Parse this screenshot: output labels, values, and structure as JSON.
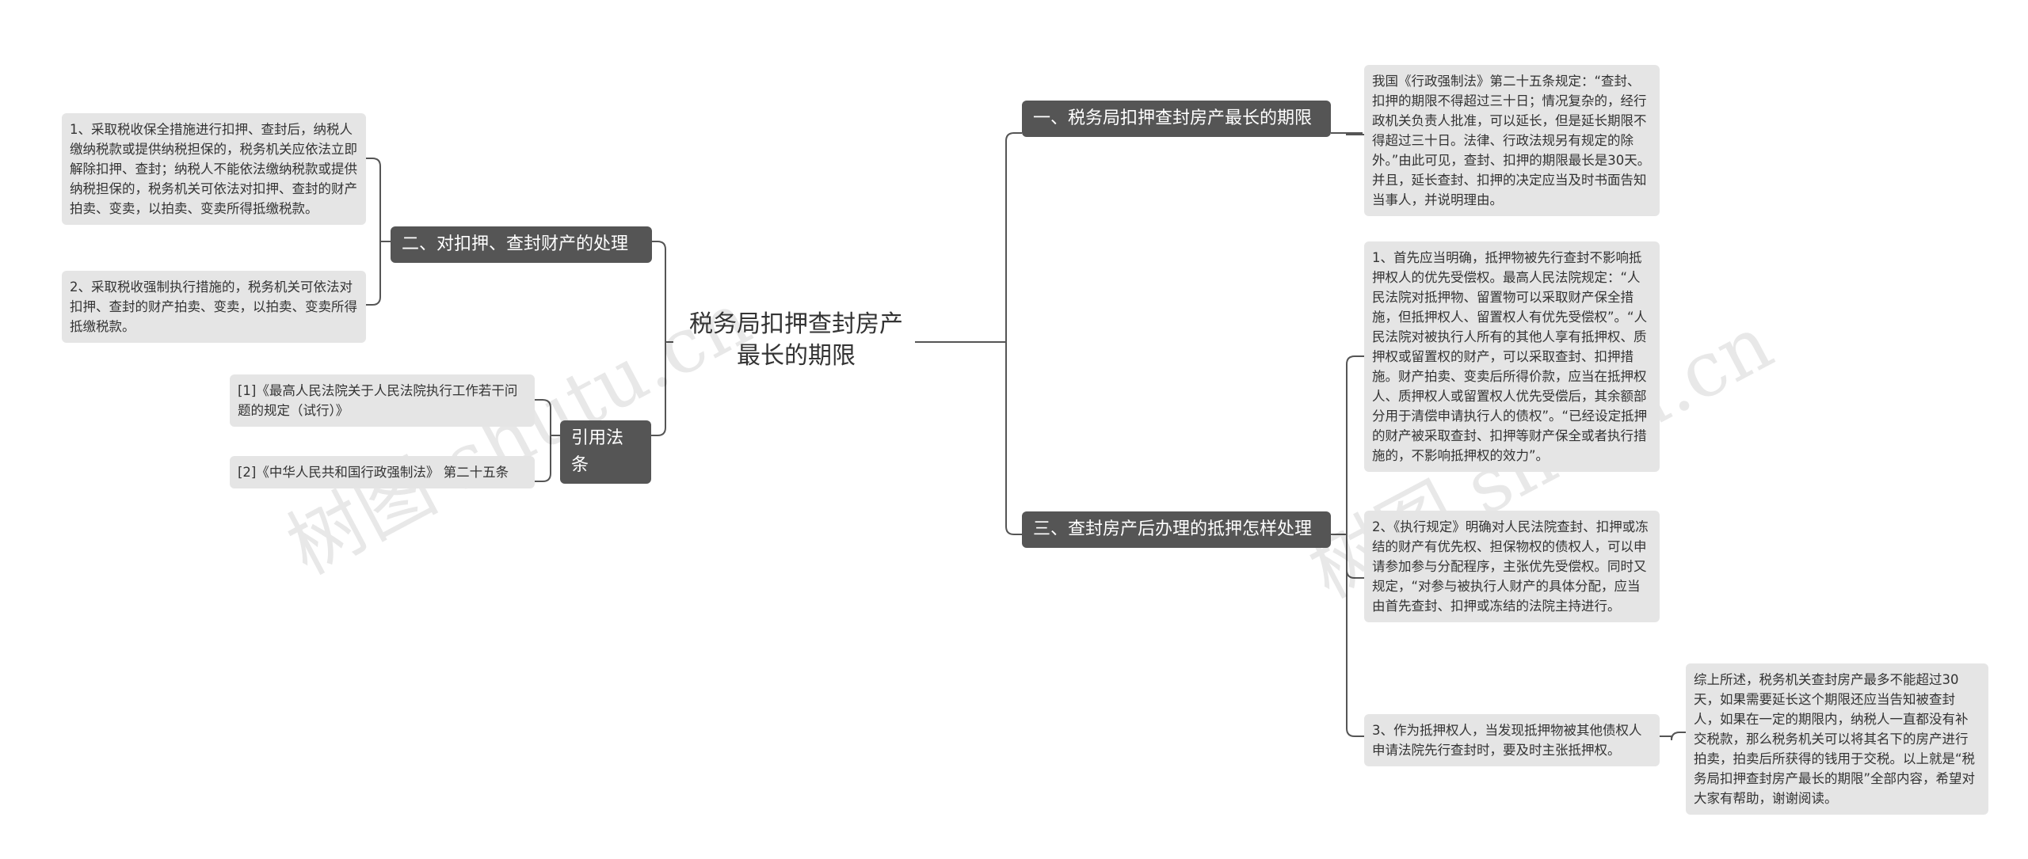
{
  "root": {
    "title": "税务局扣押查封房产最长的期限"
  },
  "branches": {
    "right1": {
      "label": "一、税务局扣押查封房产最长的期限"
    },
    "right2": {
      "label": "三、查封房产后办理的抵押怎样处理"
    },
    "left1": {
      "label": "二、对扣押、查封财产的处理"
    },
    "left2": {
      "label": "引用法条"
    }
  },
  "leaves": {
    "r1a": "我国《行政强制法》第二十五条规定：“查封、扣押的期限不得超过三十日；情况复杂的，经行政机关负责人批准，可以延长，但是延长期限不得超过三十日。法律、行政法规另有规定的除外。”由此可见，查封、扣押的期限最长是30天。并且，延长查封、扣押的决定应当及时书面告知当事人，并说明理由。",
    "r2a": "1、首先应当明确，抵押物被先行查封不影响抵押权人的优先受偿权。最高人民法院规定：“人民法院对抵押物、留置物可以采取财产保全措施，但抵押权人、留置权人有优先受偿权”。“人民法院对被执行人所有的其他人享有抵押权、质押权或留置权的财产，可以采取查封、扣押措施。财产拍卖、变卖后所得价款，应当在抵押权人、质押权人或留置权人优先受偿后，其余额部分用于清偿申请执行人的债权”。“已经设定抵押的财产被采取查封、扣押等财产保全或者执行措施的，不影响抵押权的效力”。",
    "r2b": "2、《执行规定》明确对人民法院查封、扣押或冻结的财产有优先权、担保物权的债权人，可以申请参加参与分配程序，主张优先受偿权。同时又规定，“对参与被执行人财产的具体分配，应当由首先查封、扣押或冻结的法院主持进行。",
    "r2c": "3、作为抵押权人，当发现抵押物被其他债权人申请法院先行查封时，要及时主张抵押权。",
    "r2c1": "综上所述，税务机关查封房产最多不能超过30天，如果需要延长这个期限还应当告知被查封人，如果在一定的期限内，纳税人一直都没有补交税款，那么税务机关可以将其名下的房产进行拍卖，拍卖后所获得的钱用于交税。以上就是“税务局扣押查封房产最长的期限”全部内容，希望对大家有帮助，谢谢阅读。",
    "l1a": "1、采取税收保全措施进行扣押、查封后，纳税人缴纳税款或提供纳税担保的，税务机关应依法立即解除扣押、查封；纳税人不能依法缴纳税款或提供纳税担保的，税务机关可依法对扣押、查封的财产拍卖、变卖，以拍卖、变卖所得抵缴税款。",
    "l1b": "2、采取税收强制执行措施的，税务机关可依法对扣押、查封的财产拍卖、变卖，以拍卖、变卖所得抵缴税款。",
    "l2a": "[1]《最高人民法院关于人民法院执行工作若干问题的规定（试行）》",
    "l2b": "[2]《中华人民共和国行政强制法》 第二十五条"
  },
  "watermarks": [
    "树图 shutu.cn",
    "树图 shutu.cn"
  ],
  "colors": {
    "branch_bg": "#555555",
    "leaf_bg": "#e5e5e5",
    "line": "#555555"
  }
}
